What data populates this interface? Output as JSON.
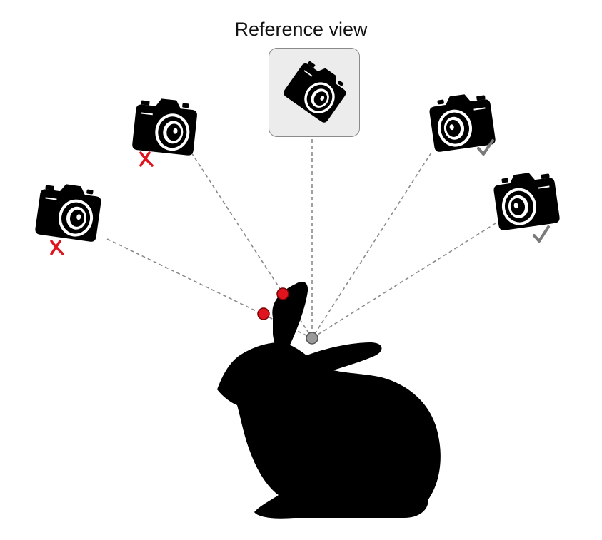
{
  "diagram": {
    "reference_label": "Reference view",
    "colors": {
      "silhouette": "#000000",
      "ray": "#8a8a8a",
      "target_point": "#9a9a9a",
      "occluded_point": "#e0141e",
      "reject_mark": "#e0141e",
      "accept_mark": "#7a7a7a",
      "reference_box_fill": "#ececec"
    },
    "cameras": [
      {
        "id": "far-left",
        "status": "rejected",
        "mark_icon": "red-x-icon"
      },
      {
        "id": "left",
        "status": "rejected",
        "mark_icon": "red-x-icon"
      },
      {
        "id": "reference",
        "status": "reference",
        "mark_icon": ""
      },
      {
        "id": "right",
        "status": "accepted",
        "mark_icon": "check-icon"
      },
      {
        "id": "far-right",
        "status": "accepted",
        "mark_icon": "check-icon"
      }
    ]
  }
}
